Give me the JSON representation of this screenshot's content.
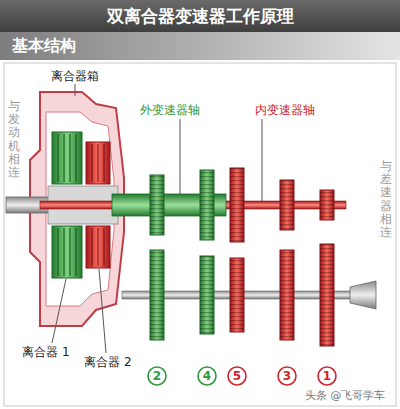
{
  "diagram": {
    "title": "双离合器变速器工作原理",
    "labels": [
      "基本结构",
      "离合器箱",
      "外变速器轴",
      "内变速器轴",
      "与发动机相连",
      "与差速器相连",
      "离合器 1",
      "离合器 2",
      "2",
      "4",
      "5",
      "3",
      "1",
      "头条 @飞哥学车"
    ]
  }
}
